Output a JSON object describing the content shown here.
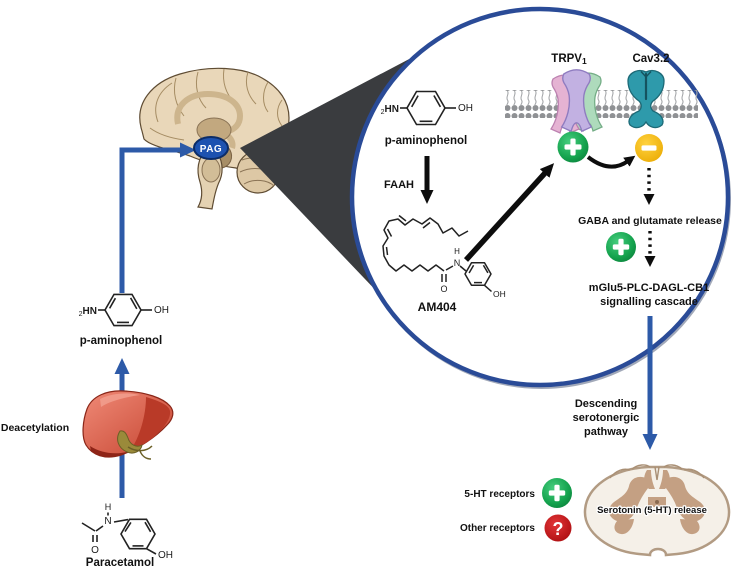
{
  "figure": {
    "type": "mechanism-diagram",
    "subject": "Paracetamol central analgesic mechanism"
  },
  "brain": {
    "pag_label": "PAG"
  },
  "liver_pathway": {
    "paracetamol_label": "Paracetamol",
    "deacetylation_label": "Deacetylation",
    "p_aminophenol_label": "p-aminophenol"
  },
  "chem_atoms": {
    "amine_subscript": "2",
    "amine": "HN",
    "hydroxyl": "OH",
    "nitrogen": "N",
    "hydrogen": "H",
    "oxygen": "O"
  },
  "inset": {
    "p_aminophenol_label": "p-aminophenol",
    "faah_label": "FAAH",
    "am404_label": "AM404",
    "trpv_base": "TRPV",
    "trpv_subscript": "1",
    "cav_label": "Cav3.2",
    "gaba_release_text": "GABA and glutamate release",
    "cascade_line1": "mGlu5-PLC-DAGL-CB1",
    "cascade_line2": "signalling cascade"
  },
  "descending_pathway": {
    "line1": "Descending",
    "line2": "serotonergic",
    "line3": "pathway"
  },
  "spinal_cord": {
    "serotonin_release_text": "Serotonin (5-HT) release",
    "five_ht_receptors_label": "5-HT receptors",
    "other_receptors_label": "Other receptors"
  },
  "badges": {
    "plus_symbol": "+",
    "minus_symbol": "−",
    "question_symbol": "?"
  },
  "colors": {
    "pathway_blue": "#2d5aa8",
    "inset_border_blue": "#2a4b97",
    "plus_green": "#129a48",
    "minus_yellow": "#f2b705",
    "question_red": "#c81016",
    "cav_teal": "#2e9aab",
    "trpv_pink": "#e5b3d3",
    "trpv_lavender": "#c2b1e2",
    "trpv_green": "#aedbbc",
    "pag_blue": "#1d52b0"
  }
}
